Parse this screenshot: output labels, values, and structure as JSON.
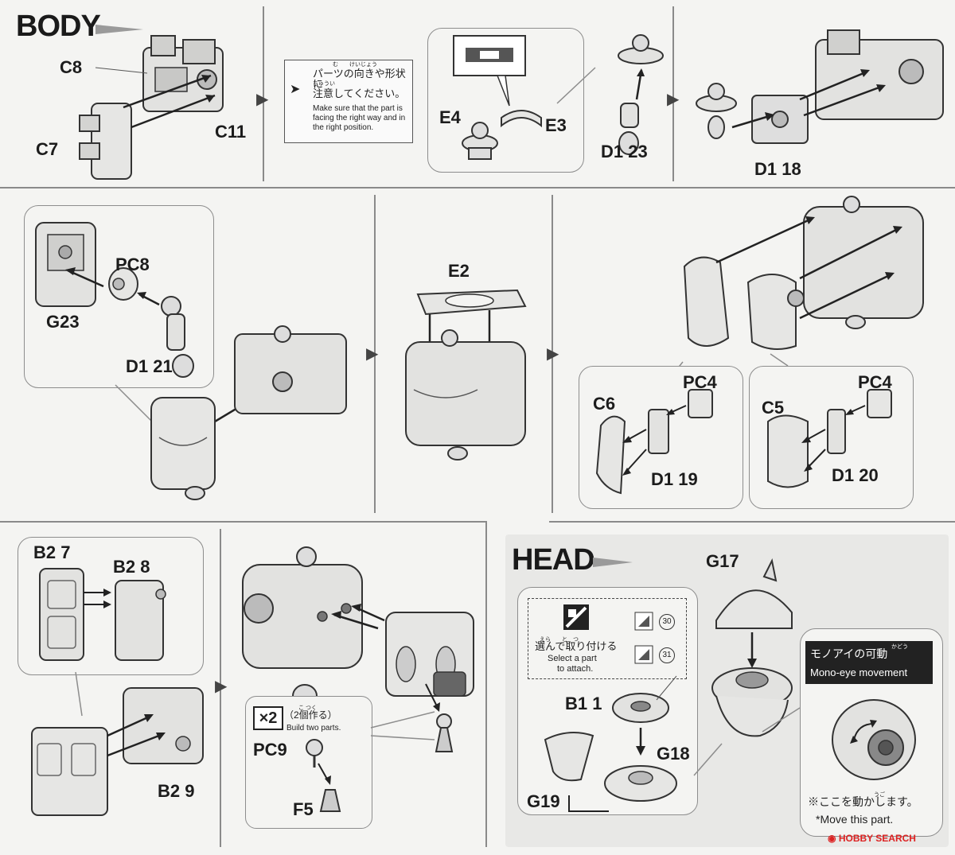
{
  "body_section": {
    "title": "BODY",
    "step1": {
      "labels": [
        "C8",
        "C7",
        "C11"
      ]
    },
    "note_jp_line1": "パーツの向きや形状に",
    "note_jp_line2": "注意してください。",
    "note_ruby_line1": "む　　けいじょう",
    "note_ruby_line2": "ちゅうい",
    "note_en": "Make sure that the part is facing the right way and in the right position.",
    "step2": {
      "labels": [
        "E4",
        "E3",
        "D1 23"
      ]
    },
    "step3": {
      "labels": [
        "D1 18"
      ]
    },
    "step4": {
      "labels": [
        "PC8",
        "G23",
        "D1 21"
      ]
    },
    "step5": {
      "labels": [
        "E2"
      ]
    },
    "step6": {
      "labels": [
        "PC4",
        "C6",
        "D1 19",
        "PC4",
        "C5",
        "D1 20"
      ]
    }
  },
  "legs_section": {
    "labels": [
      "B2 7",
      "B2 8",
      "B2 9"
    ],
    "multiplier": "×2",
    "build_jp": "（2個作る）",
    "build_ruby": "こ つく",
    "build_en": "Build two parts.",
    "parts": [
      "PC9",
      "F5"
    ]
  },
  "head_section": {
    "title": "HEAD",
    "labels": [
      "G17",
      "B1 1",
      "G18",
      "G19"
    ],
    "select_jp": "選んで取り付ける",
    "select_ruby": "えら　　と　つ",
    "select_en_line1": "Select a part",
    "select_en_line2": "to attach.",
    "options": [
      "30",
      "31"
    ],
    "mono_eye_jp": "モノアイの可動",
    "mono_eye_ruby": "かどう",
    "mono_eye_en": "Mono-eye movement",
    "move_jp": "※ここを動かします。",
    "move_ruby": "うご",
    "move_en": "*Move this part."
  },
  "watermark": "HOBBY SEARCH"
}
